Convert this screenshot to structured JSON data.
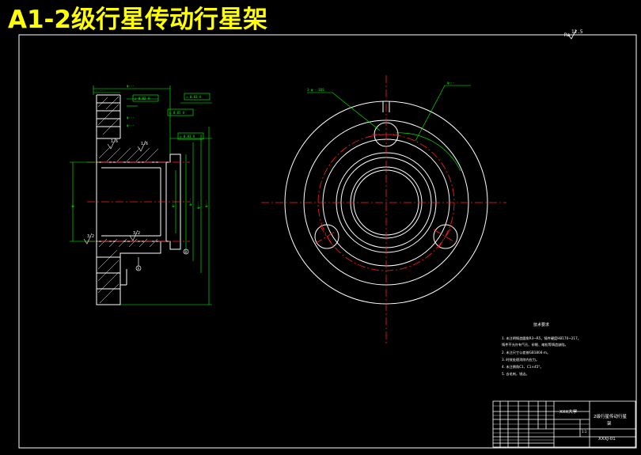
{
  "title": "A1-2级行星传动行星架",
  "roughness_mark": "12.5",
  "section_view": {
    "roughness_left_top": "1.6",
    "roughness_left_mid": "1.6",
    "roughness_bottom_left": "3.2",
    "roughness_bottom_mid": "3.2",
    "datum_a": "A",
    "datum_b": "B"
  },
  "notes": {
    "heading": "技术要求",
    "items": [
      "1. 未注明铸造圆角R3~R5，铸件硬度HB170~217。",
      "   铸件不允许有气孔、砂眼、缩松等铸造缺陷。",
      "2. 未注尺寸公差按GB1804-m。",
      "3. 时效处理消除内应力。",
      "4. 未注倒角C1，C1×45°。",
      "5. 去毛刺，锐边。"
    ]
  },
  "title_block": {
    "school": "XXX大学",
    "part_name_line1": "2级行星传动行星",
    "part_name_line2": "架",
    "drawing_no": "XXXJ-01",
    "scale_text": "1:1"
  }
}
